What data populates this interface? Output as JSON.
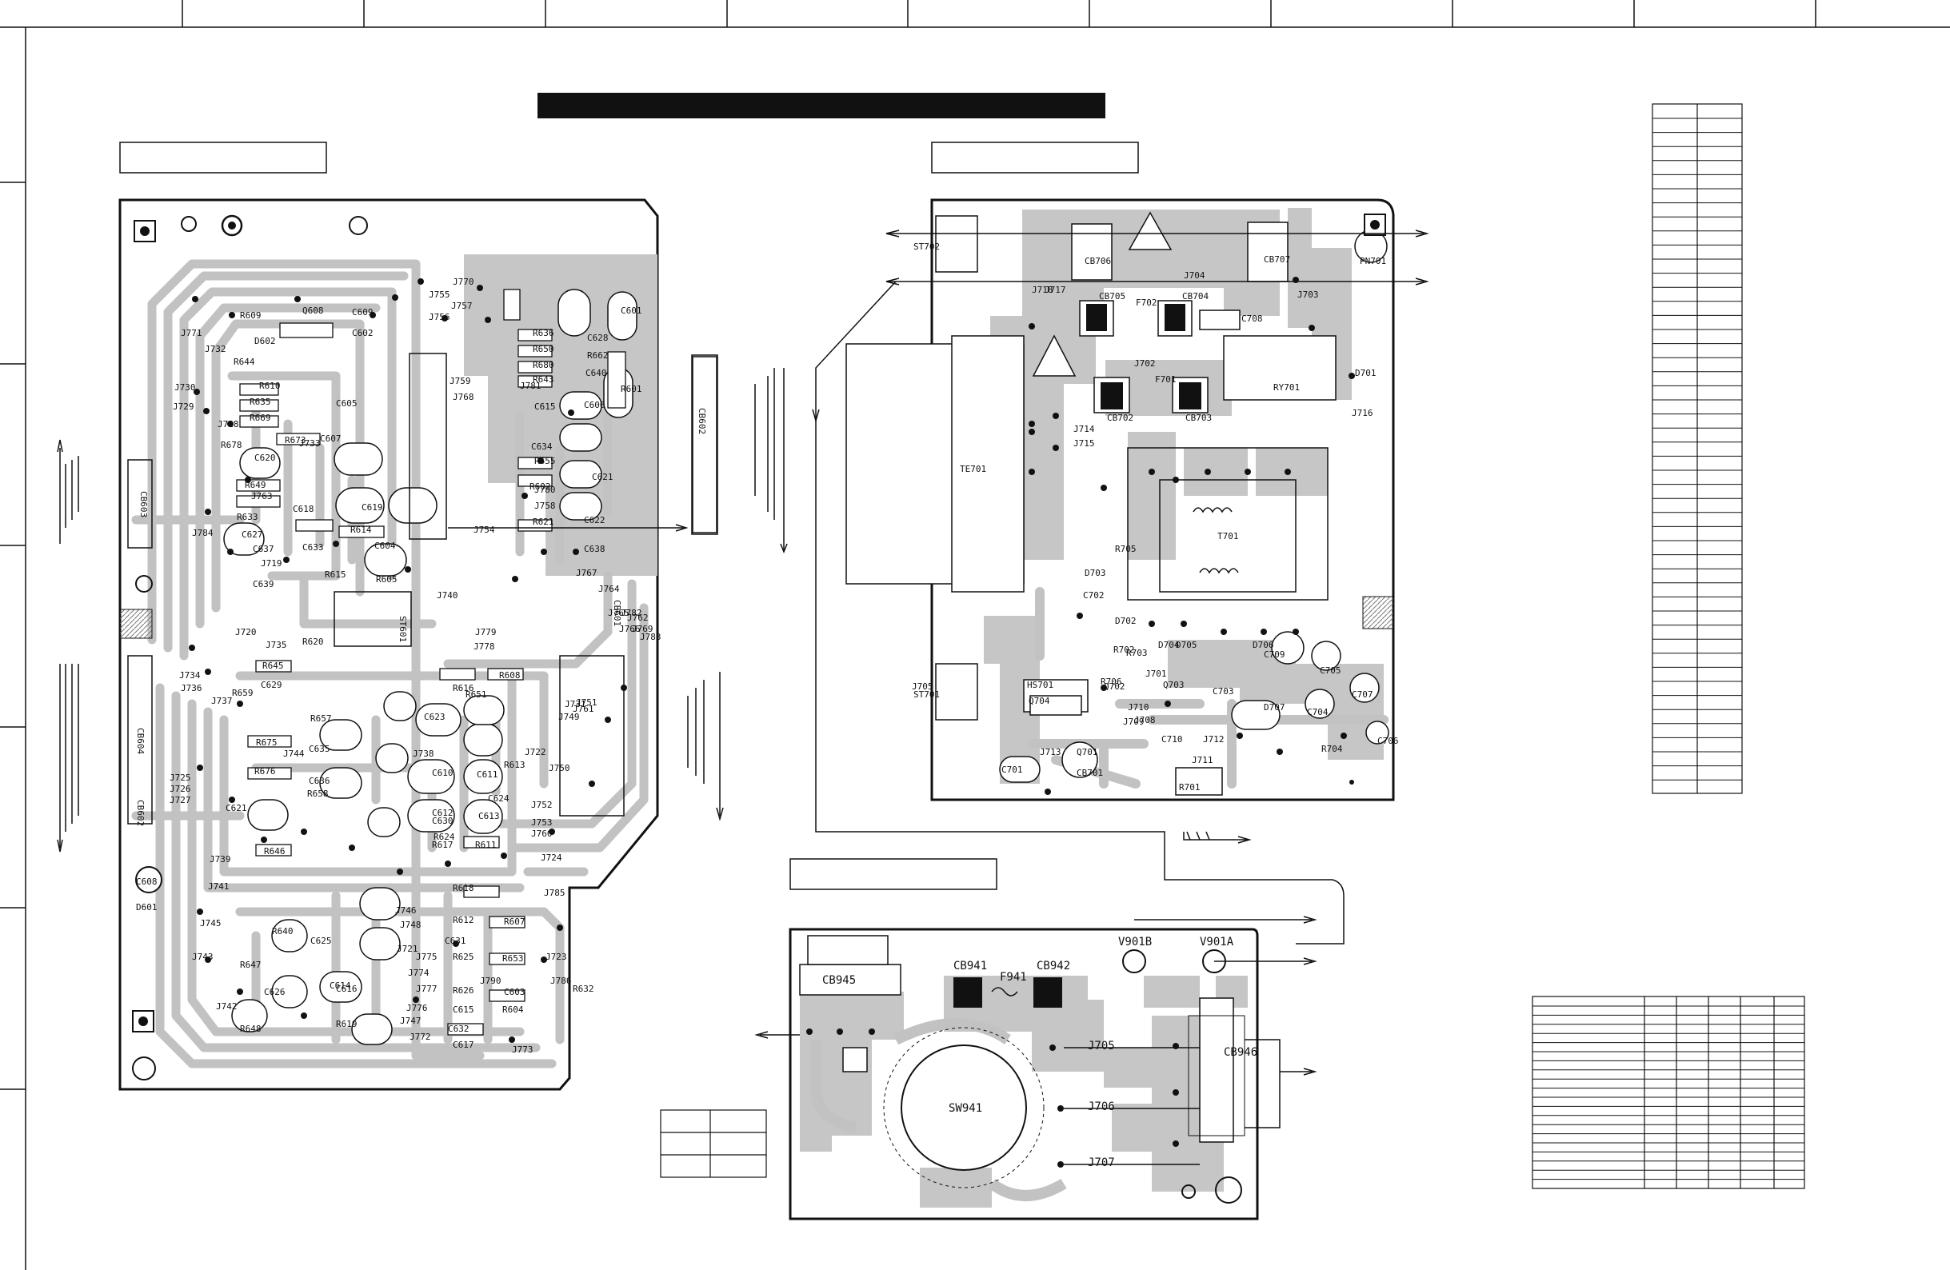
{
  "colors": {
    "trace": "#c2c2c2",
    "ink": "#111111",
    "paper": "#ffffff"
  },
  "left_board": {
    "labels": [
      "Q608",
      "R609",
      "D602",
      "R644",
      "R610",
      "R635",
      "R669",
      "R673",
      "R678",
      "C620",
      "R649",
      "R633",
      "C618",
      "C619",
      "R614",
      "C627",
      "C633",
      "R615",
      "C604",
      "R605",
      "R620",
      "R645",
      "C629",
      "R659",
      "R657",
      "C635",
      "R675",
      "R676",
      "C636",
      "R658",
      "C621",
      "R646",
      "C608",
      "D601",
      "R616",
      "R608",
      "C623",
      "C610",
      "C611",
      "C612",
      "C613",
      "R624",
      "C630",
      "R617",
      "R611",
      "R651",
      "R618",
      "R612",
      "R625",
      "R607",
      "R653",
      "C631",
      "C614",
      "R626",
      "C632",
      "C603",
      "R604",
      "C615",
      "C617",
      "R619",
      "C616",
      "C626",
      "C625",
      "C609",
      "C602",
      "C605",
      "C607",
      "R613",
      "C624",
      "R636",
      "R650",
      "R680",
      "R643",
      "C628",
      "R662",
      "C640",
      "R601",
      "C601",
      "C615",
      "C606",
      "R655",
      "C634",
      "R602",
      "C621",
      "R621",
      "C622",
      "C638",
      "C639",
      "C637",
      "R632",
      "R640",
      "R647",
      "R648"
    ],
    "jumpers": [
      "J770",
      "J755",
      "J757",
      "J756",
      "J771",
      "J732",
      "J730",
      "J729",
      "J728",
      "J733",
      "J763",
      "J784",
      "J719",
      "J720",
      "J735",
      "J734",
      "J736",
      "J737",
      "J725",
      "J726",
      "J727",
      "J739",
      "J741",
      "J745",
      "J743",
      "J742",
      "J746",
      "J744",
      "J738",
      "J752",
      "J753",
      "J760",
      "J754",
      "J740",
      "J779",
      "J778",
      "J722",
      "J750",
      "J749",
      "J761",
      "J731",
      "J751",
      "J723",
      "J724",
      "J773",
      "J786",
      "J785",
      "J762",
      "J767",
      "J780",
      "J758",
      "J768",
      "J781",
      "J759",
      "J764",
      "J765",
      "J766",
      "J769",
      "J782",
      "J783",
      "J721",
      "J774",
      "J776",
      "J747",
      "J748",
      "J775",
      "J772",
      "J777",
      "J790"
    ],
    "connectors": [
      "CB603",
      "CB604",
      "CB602",
      "CB601",
      "ST601",
      "CB602"
    ]
  },
  "right_board": {
    "labels": [
      "ST702",
      "CB706",
      "J718",
      "J717",
      "CB705",
      "F702",
      "CB704",
      "J704",
      "CB707",
      "J703",
      "PN701",
      "C708",
      "J702",
      "F701",
      "CB702",
      "CB703",
      "RY701",
      "D701",
      "J716",
      "J714",
      "J715",
      "TE701",
      "R705",
      "T701",
      "D703",
      "C702",
      "D702",
      "J701",
      "R702",
      "R703",
      "R706",
      "D704",
      "D705",
      "D706",
      "C709",
      "C705",
      "C707",
      "C703",
      "D707",
      "C704",
      "R704",
      "HS701",
      "Q701",
      "Q702",
      "Q703",
      "Q704",
      "J710",
      "J709",
      "J708",
      "J713",
      "J712",
      "J711",
      "C710",
      "C701",
      "CB701",
      "R701",
      "C706",
      "J705",
      "ST701"
    ]
  },
  "bottom_board": {
    "labels": [
      "CB945",
      "CB941",
      "F941",
      "CB942",
      "V901B",
      "V901A",
      "SW941",
      "J705",
      "J706",
      "J707",
      "CB946"
    ]
  }
}
